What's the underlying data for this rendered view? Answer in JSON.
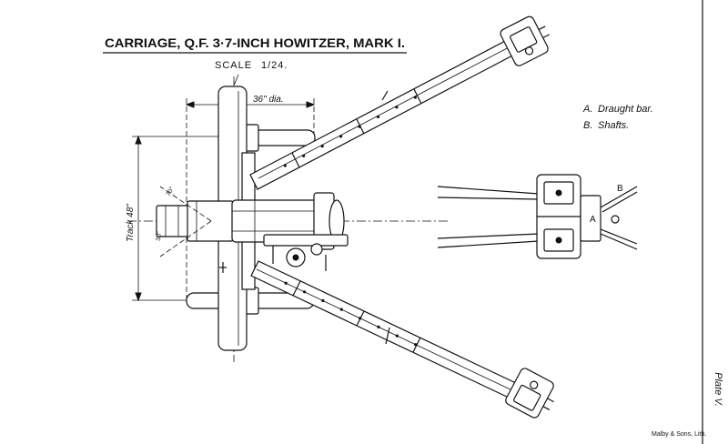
{
  "title": "CARRIAGE, Q.F. 3·7-INCH HOWITZER, MARK I.",
  "scale": {
    "label": "SCALE",
    "value": "1/24."
  },
  "dimensions": {
    "wheel_diameter": "36\" dia.",
    "track": "Track 48\"",
    "angle_upper": "70°",
    "angle_lower": "30°"
  },
  "legend": [
    {
      "key": "A.",
      "text": "Draught bar."
    },
    {
      "key": "B.",
      "text": "Shafts."
    }
  ],
  "detail_labels": {
    "a": "A",
    "b": "B"
  },
  "plate": "Plate V.",
  "printer": "Malby & Sons, Lith.",
  "colors": {
    "ink": "#111111",
    "paper": "#ffffff"
  }
}
